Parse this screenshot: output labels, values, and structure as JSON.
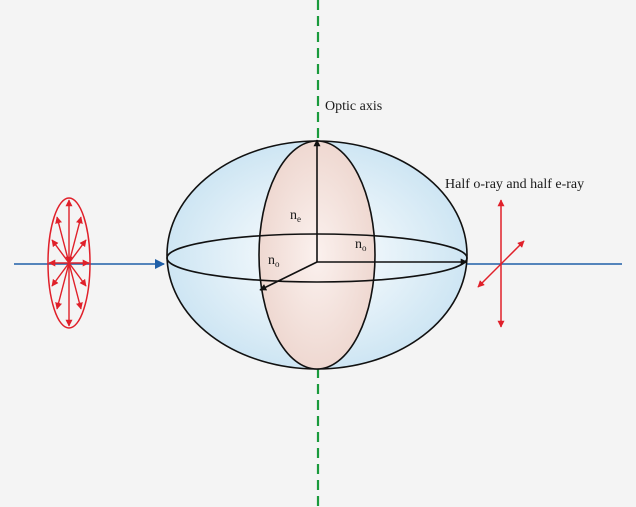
{
  "labels": {
    "optic_axis": "Optic axis",
    "output_polarization": "Half o-ray and half e-ray",
    "ne_base": "n",
    "ne_sub": "e",
    "no_right_base": "n",
    "no_right_sub": "o",
    "no_left_base": "n",
    "no_left_sub": "o"
  },
  "colors": {
    "background": "#f4f4f4",
    "optic_axis": "#1a9a3c",
    "light_ray": "#1f5fa8",
    "polarization": "#e0202a",
    "outline": "#111111",
    "ellipsoid_fill": "#cfe6f3",
    "section_fill": "#f1ddd6"
  }
}
